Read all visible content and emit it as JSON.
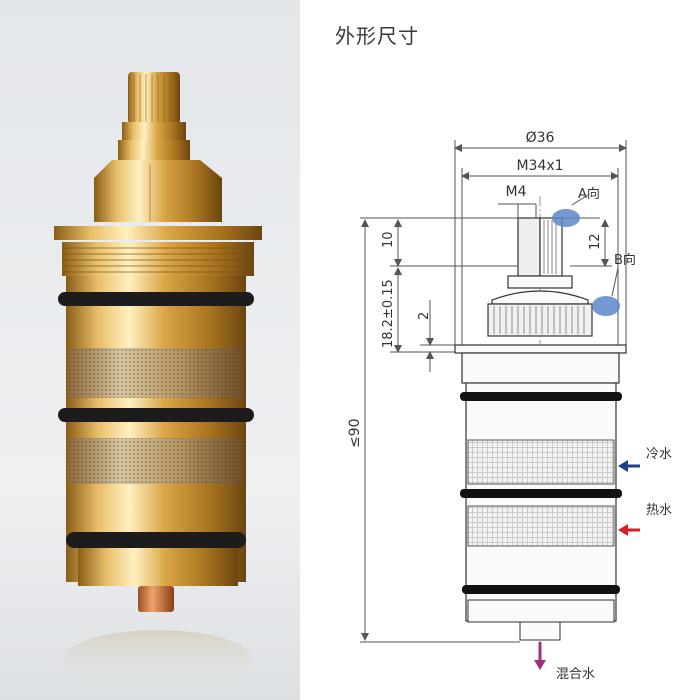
{
  "title": "外形尺寸",
  "dimensions": {
    "outer_diameter": "Ø36",
    "thread": "M34x1",
    "stem_thread": "M4",
    "stem_height": "10",
    "spline_height": "12",
    "body_height": "18.2±0.15",
    "step": "2",
    "total_height": "≤90"
  },
  "views": {
    "a": "A向",
    "b": "B向"
  },
  "flows": {
    "cold": "冷水",
    "hot": "热水",
    "mixed": "混合水"
  },
  "colors": {
    "cold_arrow": "#1f3f8a",
    "hot_arrow": "#d4202a",
    "mixed_arrow": "#a0307f",
    "view_marker": "#5b87c8",
    "brass": "#d8a94a"
  }
}
